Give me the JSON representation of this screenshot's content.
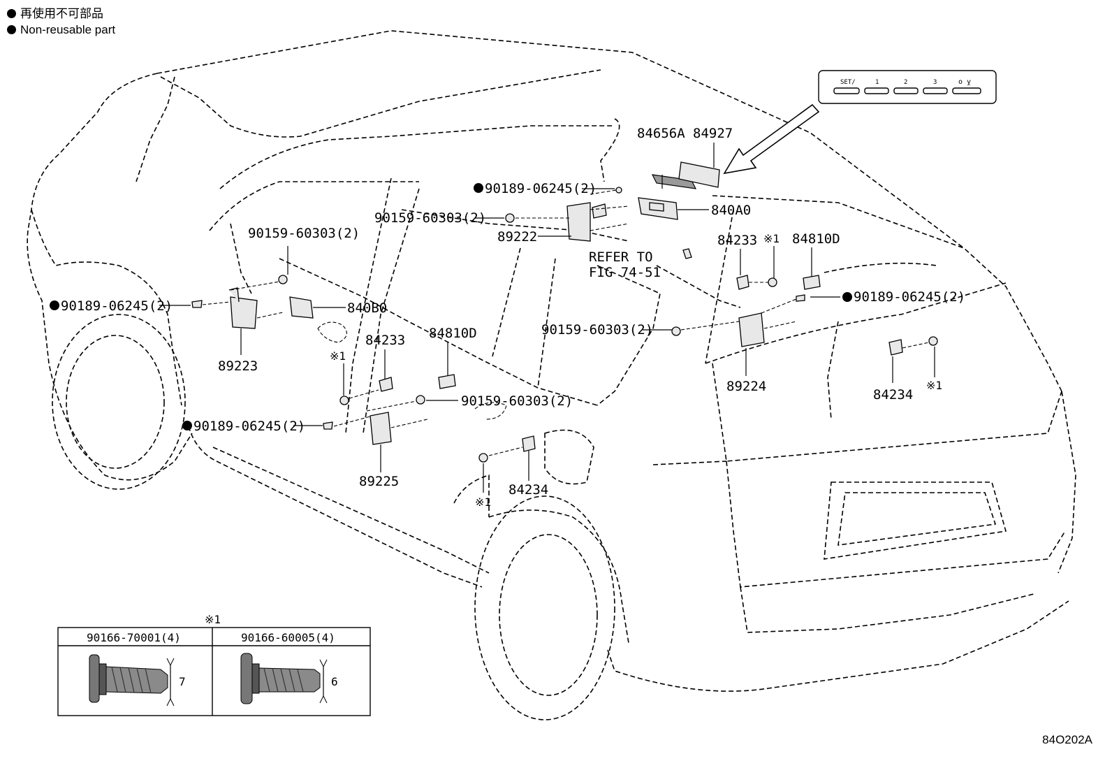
{
  "legend": {
    "jp": "再使用不可部品",
    "en": "Non-reusable part"
  },
  "figure_code": "84O202A",
  "switch_panel": {
    "labels": [
      "SET/",
      "1",
      "2",
      "3",
      "o ỵ"
    ]
  },
  "callouts": {
    "c84656A": "84656A",
    "c84927": "84927",
    "c840A0": "840A0",
    "c84233_top": "84233",
    "c84810D_top": "84810D",
    "c90189_top": "90189-06245(2)",
    "c90159_top": "90159-60303(2)",
    "c89222": "89222",
    "refer1": "REFER TO",
    "refer2": "FIG 74-51",
    "c90159_left": "90159-60303(2)",
    "c90189_left": "90189-06245(2)",
    "c840B0": "840B0",
    "c89223": "89223",
    "c84233_mid": "84233",
    "c84810D_mid": "84810D",
    "c90159_right": "90159-60303(2)",
    "c90189_right": "90189-06245(2)",
    "c89224": "89224",
    "c84234_right": "84234",
    "c90159_low": "90159-60303(2)",
    "c90189_low": "90189-06245(2)",
    "c89225": "89225",
    "c84234_low": "84234",
    "ref1_a": "※1",
    "ref1_b": "※1",
    "ref1_c": "※1",
    "ref1_d": "※1"
  },
  "ref_table": {
    "title": "※1",
    "col1_header": "90166-70001(4)",
    "col2_header": "90166-60005(4)",
    "col1_dim": "7",
    "col2_dim": "6"
  }
}
